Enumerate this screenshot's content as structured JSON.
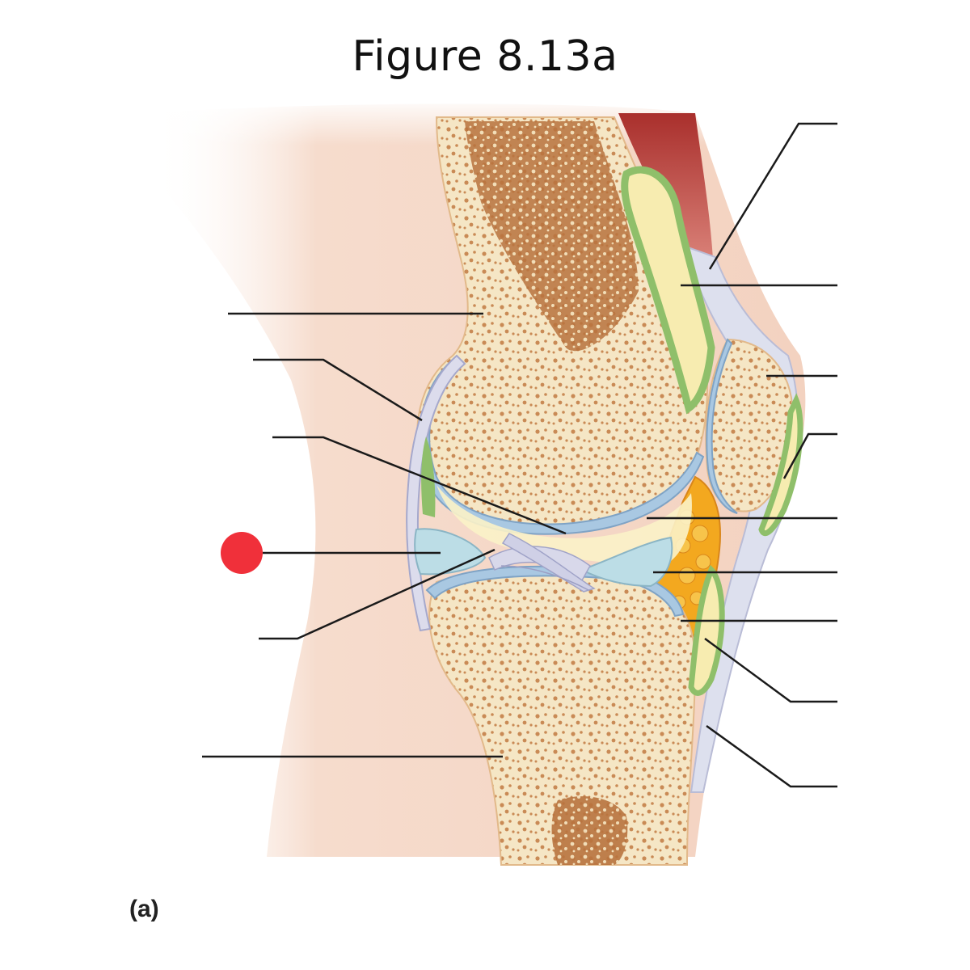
{
  "figure": {
    "title": "Figure 8.13a",
    "panel_label": "(a)"
  },
  "colors": {
    "skin": "#f6dccd",
    "skin_shadow": "#ecbfa8",
    "bone_outer": "#f5e6c5",
    "bone_spongy": "#c98a55",
    "marrow": "#a8602e",
    "cartilage": "#a9c8e2",
    "ligament": "#dcdcec",
    "bursa": "#8fbf6a",
    "bursa_fluid": "#f7ecb0",
    "fat_pad": "#f3a81f",
    "muscle": "#b43a36",
    "meniscus": "#bcdde6",
    "leader_line": "#1a1a1a",
    "marker": "#f0303a"
  },
  "markers": [
    {
      "name": "highlighted-label-marker",
      "target": "posterior-meniscus"
    }
  ]
}
